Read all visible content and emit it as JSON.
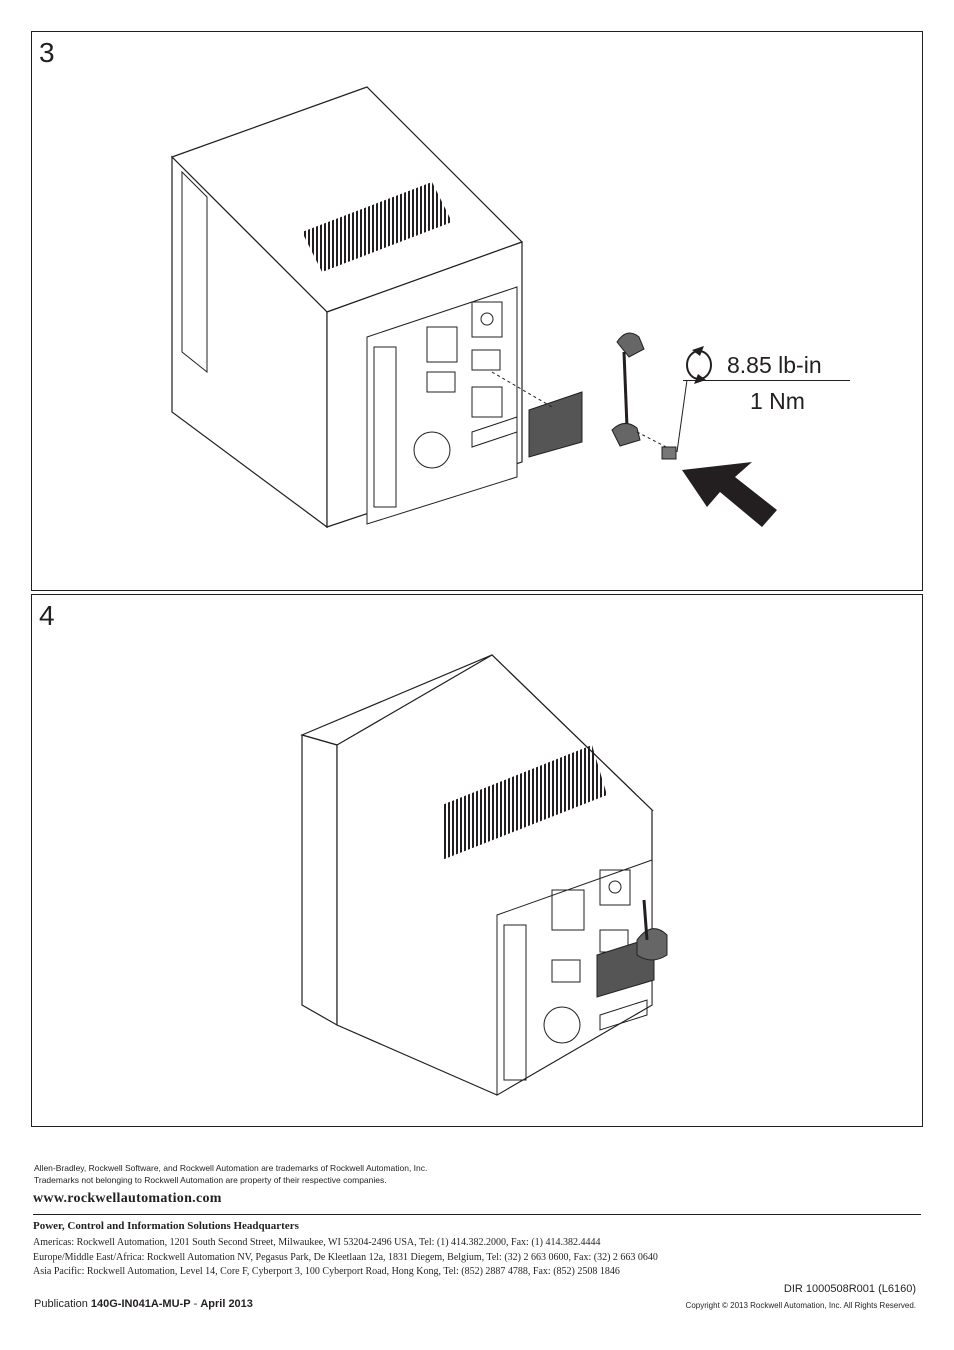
{
  "steps": {
    "step3": "3",
    "step4": "4"
  },
  "torque": {
    "lbin": "8.85 lb-in",
    "nm": "1 Nm"
  },
  "icons": {
    "rotate": "rotate-arrows-icon",
    "push": "push-arrow-icon"
  },
  "footer": {
    "trademark_line1": "Allen-Bradley, Rockwell Software, and Rockwell Automation are trademarks of Rockwell Automation, Inc.",
    "trademark_line2": "Trademarks not belonging to Rockwell Automation are property of their respective companies.",
    "website": "www.rockwellautomation.com",
    "hq_title": "Power, Control and Information Solutions Headquarters",
    "americas": "Americas: Rockwell Automation, 1201 South Second Street, Milwaukee, WI 53204-2496 USA, Tel: (1) 414.382.2000, Fax: (1) 414.382.4444",
    "emea": "Europe/Middle East/Africa: Rockwell Automation NV, Pegasus Park, De Kleetlaan 12a, 1831 Diegem, Belgium, Tel: (32) 2 663 0600, Fax: (32) 2 663 0640",
    "apac": "Asia Pacific: Rockwell Automation, Level 14, Core F, Cyberport 3, 100 Cyberport Road, Hong Kong, Tel: (852) 2887 4788, Fax: (852) 2508 1846",
    "dir": "DIR 1000508R001 (L6160)",
    "pub_prefix": "Publication",
    "pub_number": "140G-IN041A-MU-P",
    "pub_sep": "-",
    "pub_date": "April 2013",
    "copyright": "Copyright © 2013 Rockwell Automation, Inc. All Rights Reserved."
  }
}
